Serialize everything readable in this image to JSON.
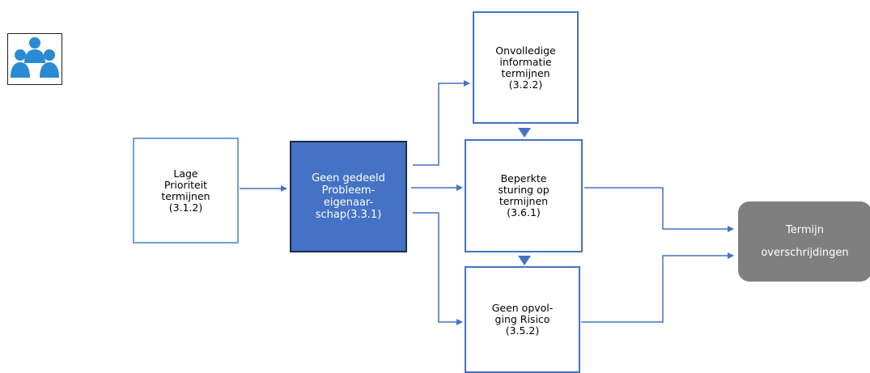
{
  "icon": "people-group-icon",
  "colors": {
    "accent_fill": "#4472c4",
    "connector": "#4472c4",
    "light_border": "#6fa3d8",
    "outcome_fill": "#7f7f7f"
  },
  "nodes": {
    "lage": {
      "lines": [
        "Lage",
        "Prioriteit",
        "termijnen",
        "(3.1.2)"
      ]
    },
    "geen_gedeeld": {
      "lines": [
        "Geen gedeeld",
        "Probleem-",
        "eigenaar-",
        "schap(3.3.1)"
      ]
    },
    "onvolledig": {
      "lines": [
        "Onvolledige",
        "informatie",
        "termijnen",
        "(3.2.2)"
      ]
    },
    "beperkte": {
      "lines": [
        "Beperkte",
        "sturing op",
        "termijnen",
        "(3.6.1)"
      ]
    },
    "geen_opvolging": {
      "lines": [
        "Geen opvol-",
        "ging Risico",
        "(3.5.2)"
      ]
    },
    "termijn": {
      "lines": [
        "Termijn",
        "overschrijdingen"
      ]
    }
  }
}
